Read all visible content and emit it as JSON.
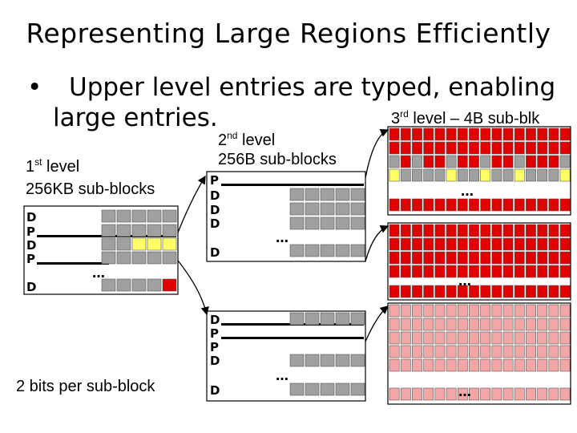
{
  "title": "Representing Large Regions Efficiently",
  "bullet": {
    "symbol": "•",
    "line1": "Upper level entries are typed, enabling",
    "line2": "large entries."
  },
  "labels": {
    "level1_sup": "st",
    "level1_line1_rest": " level",
    "level1_line1_prefix": "1",
    "level1_line2": "256KB sub-blocks",
    "level2_prefix": "2",
    "level2_sup": "nd",
    "level2_rest": " level",
    "level2_line2": "256B sub-blocks",
    "level3_prefix": "3",
    "level3_sup": "rd",
    "level3_rest": " level – 4B sub-blk",
    "bits_note": "2 bits per sub-block"
  },
  "ellipsis": "…",
  "level1_entries": [
    "D",
    "P",
    "D",
    "P",
    "D"
  ],
  "level2_top_entries": [
    "P",
    "D",
    "D",
    "D",
    "D"
  ],
  "level2_bottom_entries": [
    "D",
    "P",
    "P",
    "D",
    "D"
  ],
  "colors": {
    "grey": "#a0a0a0",
    "yellow": "#ffff66",
    "red": "#e00000",
    "light_red": "#f3a6a6",
    "border": "#000000"
  }
}
